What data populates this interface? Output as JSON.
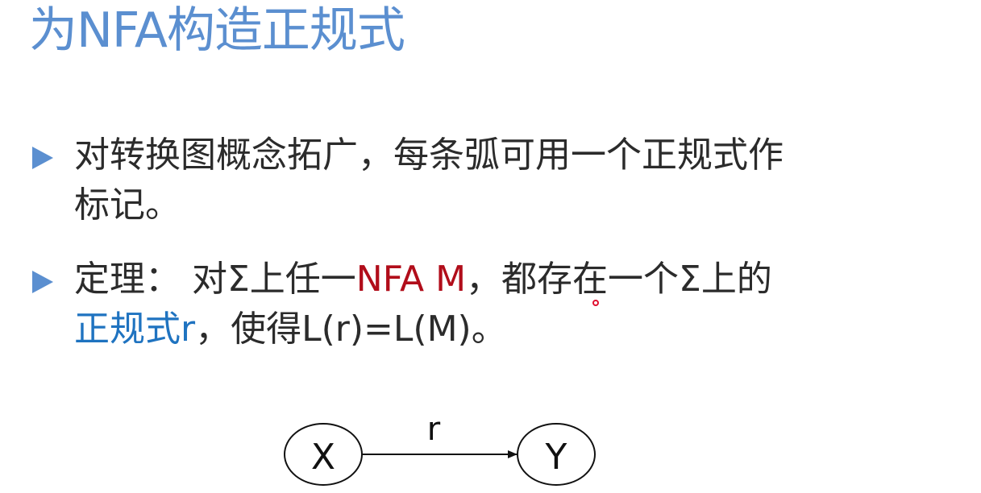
{
  "slide": {
    "title": "为NFA构造正规式",
    "bullets": [
      {
        "line1": "对转换图概念拓广，每条弧可用一个正规式作",
        "line2": "标记。"
      },
      {
        "line1_a": "定理： 对Σ上任一",
        "line1_highlight": "NFA M",
        "line1_b": "，都存在一个Σ上的",
        "line2_highlight": "正规式r",
        "line2_b": "，使得L(r)=L(M)。"
      }
    ],
    "diagram": {
      "nodes": [
        {
          "id": "X",
          "label": "X"
        },
        {
          "id": "Y",
          "label": "Y"
        }
      ],
      "edge": {
        "from": "X",
        "to": "Y",
        "label": "r"
      }
    },
    "colors": {
      "title": "#5b8fd0",
      "bullet_marker": "#5b8fd0",
      "highlight_red": "#b10d1a",
      "highlight_blue": "#1f73c0",
      "body_text": "#2b2b2b"
    }
  }
}
